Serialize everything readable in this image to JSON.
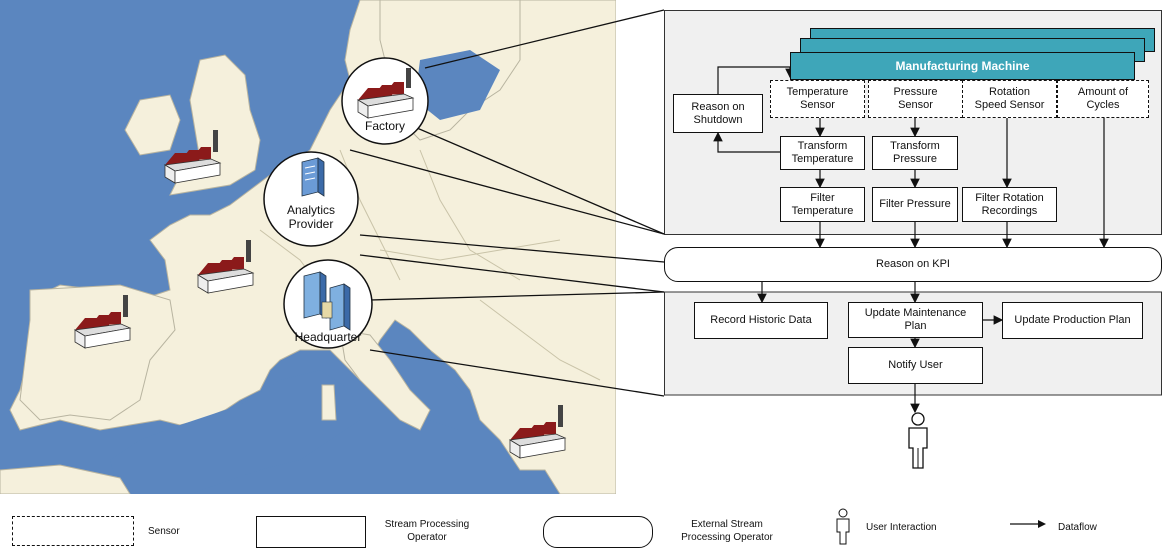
{
  "map": {
    "locations": [
      "Factory",
      "Analytics\nProvider",
      "Headquarter"
    ]
  },
  "machine": {
    "title": "Manufacturing Machine",
    "sensors": [
      "Temperature\nSensor",
      "Pressure\nSensor",
      "Rotation\nSpeed Sensor",
      "Amount of\nCycles"
    ]
  },
  "operators": {
    "reason_shutdown": "Reason on\nShutdown",
    "transform_temperature": "Transform\nTemperature",
    "transform_pressure": "Transform\nPressure",
    "filter_temperature": "Filter\nTemperature",
    "filter_pressure": "Filter Pressure",
    "filter_rotation": "Filter Rotation\nRecordings",
    "reason_kpi": "Reason on KPI",
    "record_historic": "Record Historic Data",
    "update_maintenance": "Update Maintenance\nPlan",
    "update_production": "Update Production Plan",
    "notify_user": "Notify User"
  },
  "legend": {
    "sensor": "Sensor",
    "stream_operator": "Stream Processing\nOperator",
    "external_operator": "External Stream\nProcessing Operator",
    "user_interaction": "User Interaction",
    "dataflow": "Dataflow"
  },
  "colors": {
    "sea": "#5b86bf",
    "land": "#f5f0dc",
    "machine": "#3ea6b9",
    "roof": "#8b1a1a",
    "panel": "#f0f0f0"
  }
}
